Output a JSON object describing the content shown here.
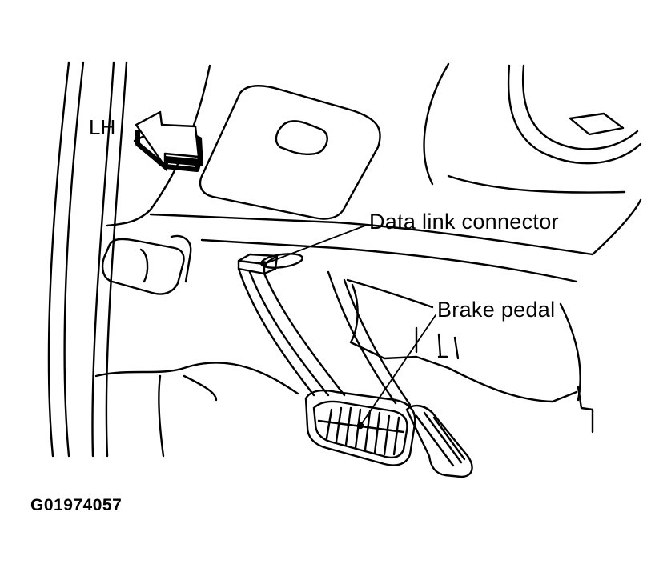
{
  "labels": {
    "lh": "LH",
    "data_link_connector": "Data link connector",
    "brake_pedal": "Brake pedal",
    "figure_id": "G01974057"
  },
  "colors": {
    "line": "#000000",
    "background": "#ffffff"
  },
  "icons": {
    "direction_arrow": "arrow-up-left-icon"
  }
}
